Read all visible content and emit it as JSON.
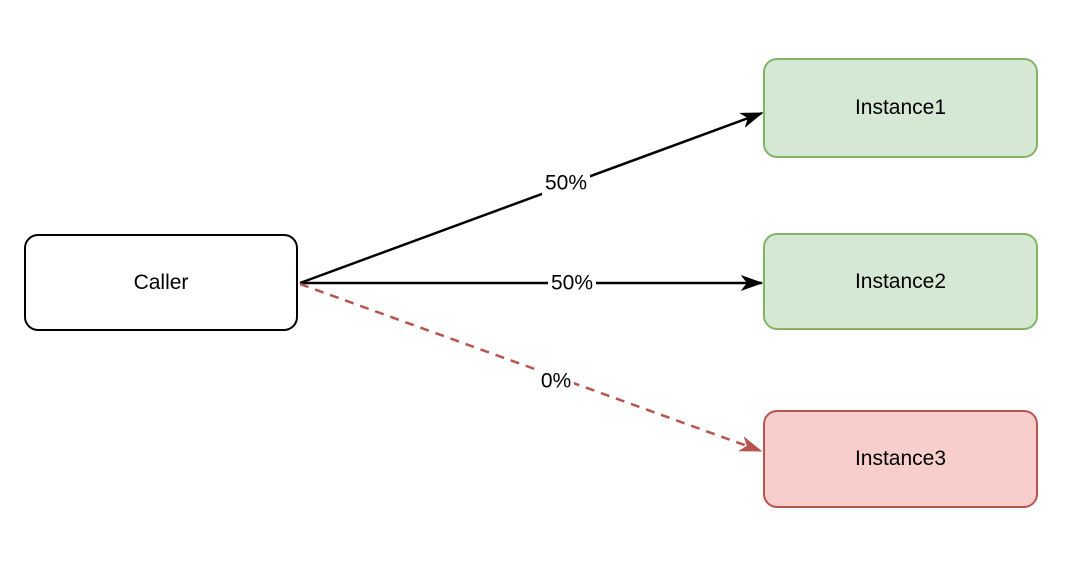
{
  "diagram": {
    "type": "flowchart",
    "description": "Caller load-balancing across three instances",
    "background_color": "#ffffff",
    "nodes": [
      {
        "id": "caller",
        "label": "Caller",
        "fill": "#ffffff",
        "stroke": "#000000"
      },
      {
        "id": "instance1",
        "label": "Instance1",
        "fill": "#d5e8d4",
        "stroke": "#82b366"
      },
      {
        "id": "instance2",
        "label": "Instance2",
        "fill": "#d5e8d4",
        "stroke": "#82b366"
      },
      {
        "id": "instance3",
        "label": "Instance3",
        "fill": "#f8cecc",
        "stroke": "#b85450"
      }
    ],
    "edges": [
      {
        "from": "caller",
        "to": "instance1",
        "label": "50%",
        "style": "solid",
        "color": "#000000"
      },
      {
        "from": "caller",
        "to": "instance2",
        "label": "50%",
        "style": "solid",
        "color": "#000000"
      },
      {
        "from": "caller",
        "to": "instance3",
        "label": "0%",
        "style": "dashed",
        "color": "#b85450"
      }
    ]
  }
}
